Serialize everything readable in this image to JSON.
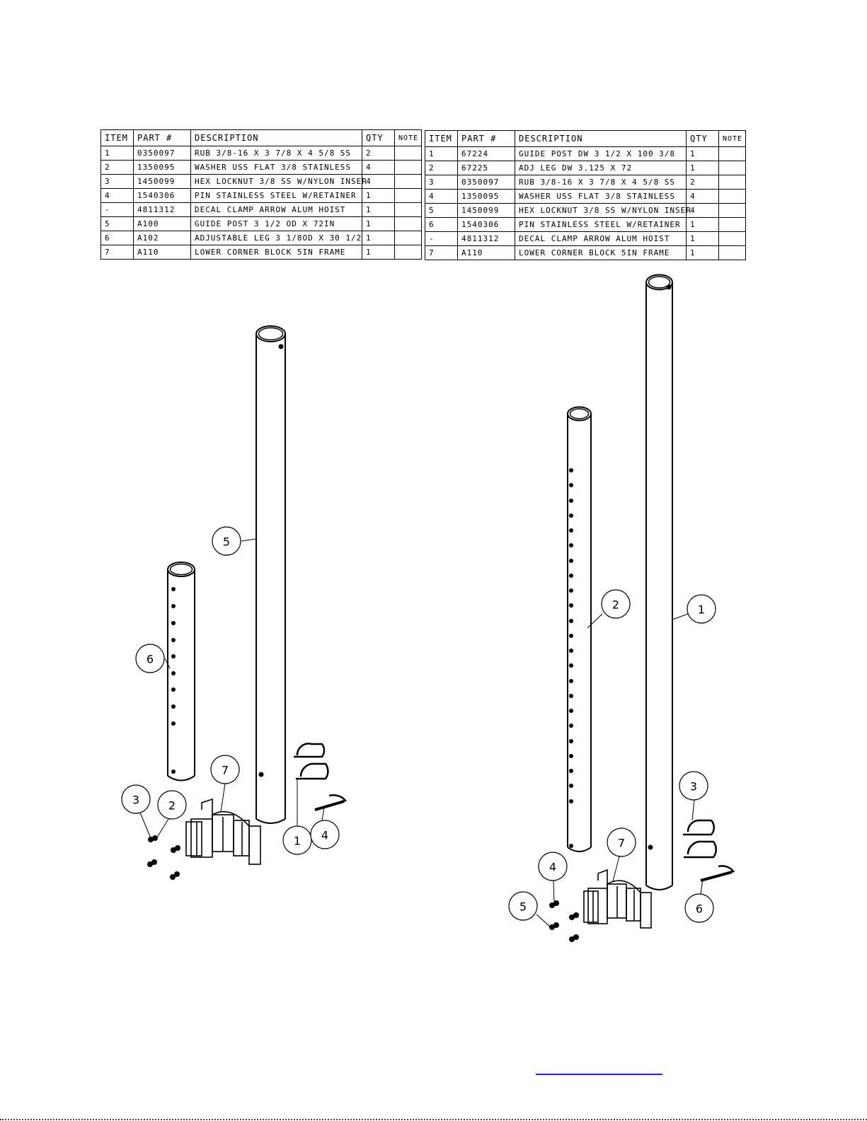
{
  "bom_left": {
    "headers": [
      "ITEM",
      "PART #",
      "DESCRIPTION",
      "QTY",
      "NOTE"
    ],
    "rows": [
      [
        "1",
        "0350097",
        "RUB 3/8-16 X 3 7/8 X 4 5/8 SS",
        "2",
        ""
      ],
      [
        "2",
        "1350095",
        "WASHER USS FLAT 3/8 STAINLESS",
        "4",
        ""
      ],
      [
        "3",
        "1450099",
        "HEX LOCKNUT 3/8 SS W/NYLON INSER",
        "4",
        ""
      ],
      [
        "4",
        "1540306",
        "PIN STAINLESS STEEL W/RETAINER",
        "1",
        ""
      ],
      [
        "-",
        "4811312",
        "DECAL CLAMP ARROW ALUM HOIST",
        "1",
        ""
      ],
      [
        "5",
        "A100",
        "GUIDE POST  3 1/2 OD X 72IN",
        "1",
        ""
      ],
      [
        "6",
        "A102",
        "ADJUSTABLE LEG  3 1/8OD X 30 1/2",
        "1",
        ""
      ],
      [
        "7",
        "A110",
        "LOWER CORNER BLOCK 5IN FRAME",
        "1",
        ""
      ]
    ]
  },
  "bom_right": {
    "headers": [
      "ITEM",
      "PART #",
      "DESCRIPTION",
      "QTY",
      "NOTE"
    ],
    "rows": [
      [
        "1",
        "67224",
        "GUIDE POST DW 3 1/2 X 100 3/8",
        "1",
        ""
      ],
      [
        "2",
        "67225",
        "ADJ LEG DW 3.125 X 72",
        "1",
        ""
      ],
      [
        "3",
        "0350097",
        "RUB 3/8-16 X 3 7/8 X 4 5/8 SS",
        "2",
        ""
      ],
      [
        "4",
        "1350095",
        "WASHER USS FLAT 3/8 STAINLESS",
        "4",
        ""
      ],
      [
        "5",
        "1450099",
        "HEX LOCKNUT 3/8 SS W/NYLON INSER",
        "4",
        ""
      ],
      [
        "6",
        "1540306",
        "PIN STAINLESS STEEL W/RETAINER",
        "1",
        ""
      ],
      [
        "-",
        "4811312",
        "DECAL CLAMP ARROW ALUM HOIST",
        "1",
        ""
      ],
      [
        "7",
        "A110",
        "LOWER CORNER BLOCK 5IN FRAME",
        "1",
        ""
      ]
    ]
  },
  "left_callouts": [
    "5",
    "6",
    "7",
    "3",
    "2",
    "1",
    "4"
  ],
  "right_callouts": [
    "2",
    "1",
    "3",
    "7",
    "4",
    "5",
    "6"
  ],
  "colors": {
    "line": "#000000",
    "link": "#2020ff"
  }
}
